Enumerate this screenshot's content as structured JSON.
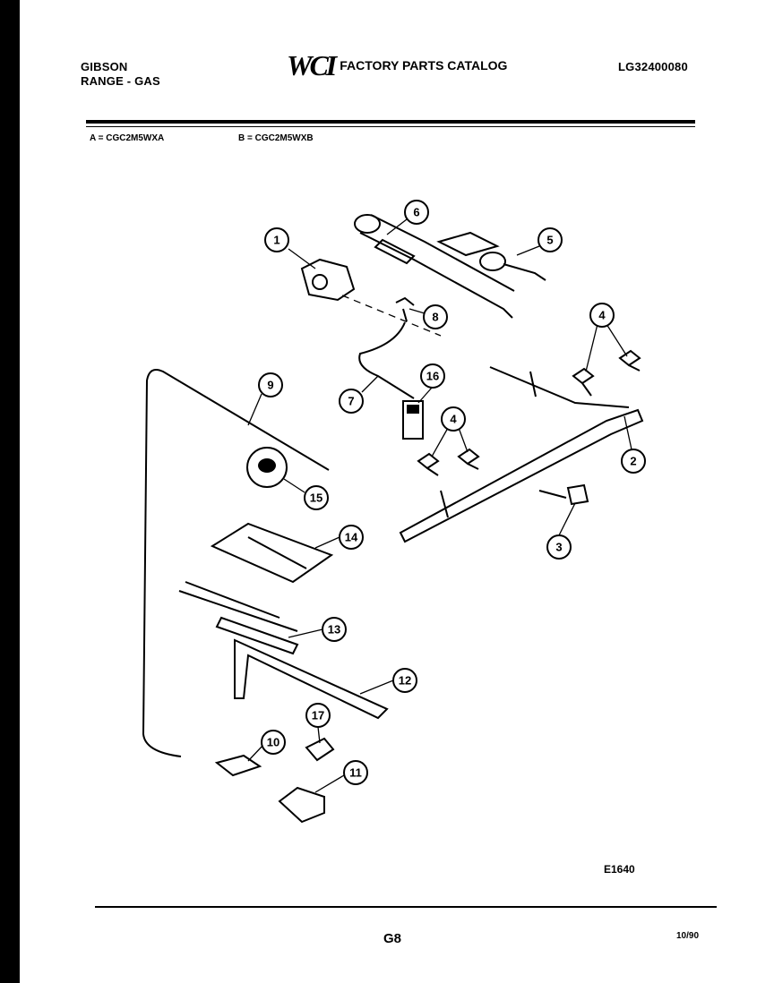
{
  "header": {
    "brand": "GIBSON",
    "product": "RANGE - GAS",
    "logo": "WCI",
    "catalog_title": "FACTORY PARTS CATALOG",
    "part_number": "LG32400080"
  },
  "models": {
    "a": "A = CGC2M5WXA",
    "b": "B = CGC2M5WXB"
  },
  "callouts": [
    "1",
    "2",
    "3",
    "4",
    "4",
    "5",
    "6",
    "7",
    "8",
    "9",
    "10",
    "11",
    "12",
    "13",
    "14",
    "15",
    "16",
    "17"
  ],
  "footer": {
    "figure_id": "E1640",
    "page": "G8",
    "date": "10/90"
  }
}
